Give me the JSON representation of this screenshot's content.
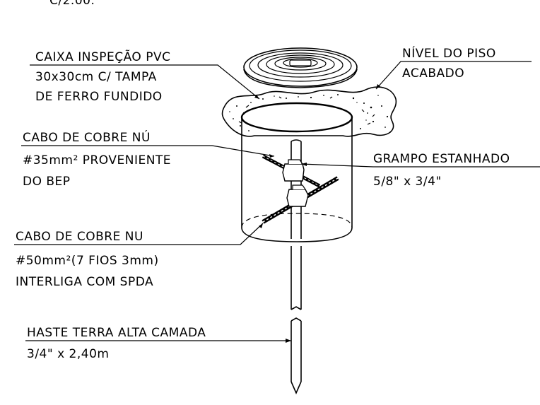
{
  "top_fragment": "C/2.00.",
  "callouts": {
    "caixa": [
      "CAIXA INSPEÇÃO PVC",
      "30x30cm C/ TAMPA",
      "DE FERRO FUNDIDO"
    ],
    "nivel": [
      "NÍVEL DO PISO",
      "ACABADO"
    ],
    "cabo_nu_35": [
      "CABO DE COBRE NÚ",
      "#35mm² PROVENIENTE",
      "DO BEP"
    ],
    "grampo": [
      "GRAMPO ESTANHADO",
      "5/8\" x 3/4\""
    ],
    "cabo_nu_50": [
      "CABO DE COBRE NU",
      "#50mm²(7 FIOS 3mm)",
      "INTERLIGA COM SPDA"
    ],
    "haste": [
      "HASTE TERRA ALTA CAMADA",
      "3/4\" x 2,40m"
    ]
  }
}
